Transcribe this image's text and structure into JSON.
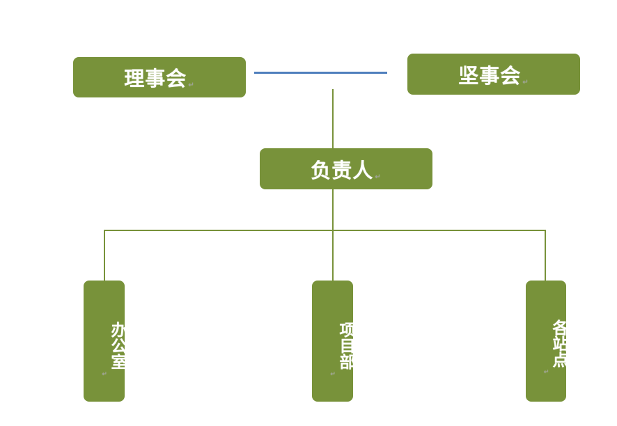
{
  "diagram": {
    "title": "",
    "colors": {
      "node_fill": "#78923a",
      "node_text": "#ffffff",
      "connector": "#78923a",
      "peer_link": "#4f7fbd"
    },
    "top_nodes": [
      {
        "id": "board",
        "label": "理事会"
      },
      {
        "id": "supervisors",
        "label": "坚事会"
      }
    ],
    "middle_node": {
      "id": "leader",
      "label": "负责人"
    },
    "bottom_nodes": [
      {
        "id": "office",
        "label": "办公室"
      },
      {
        "id": "projects",
        "label": "项目部"
      },
      {
        "id": "stations",
        "label": "各站点"
      }
    ],
    "paragraph_mark": "↵"
  }
}
